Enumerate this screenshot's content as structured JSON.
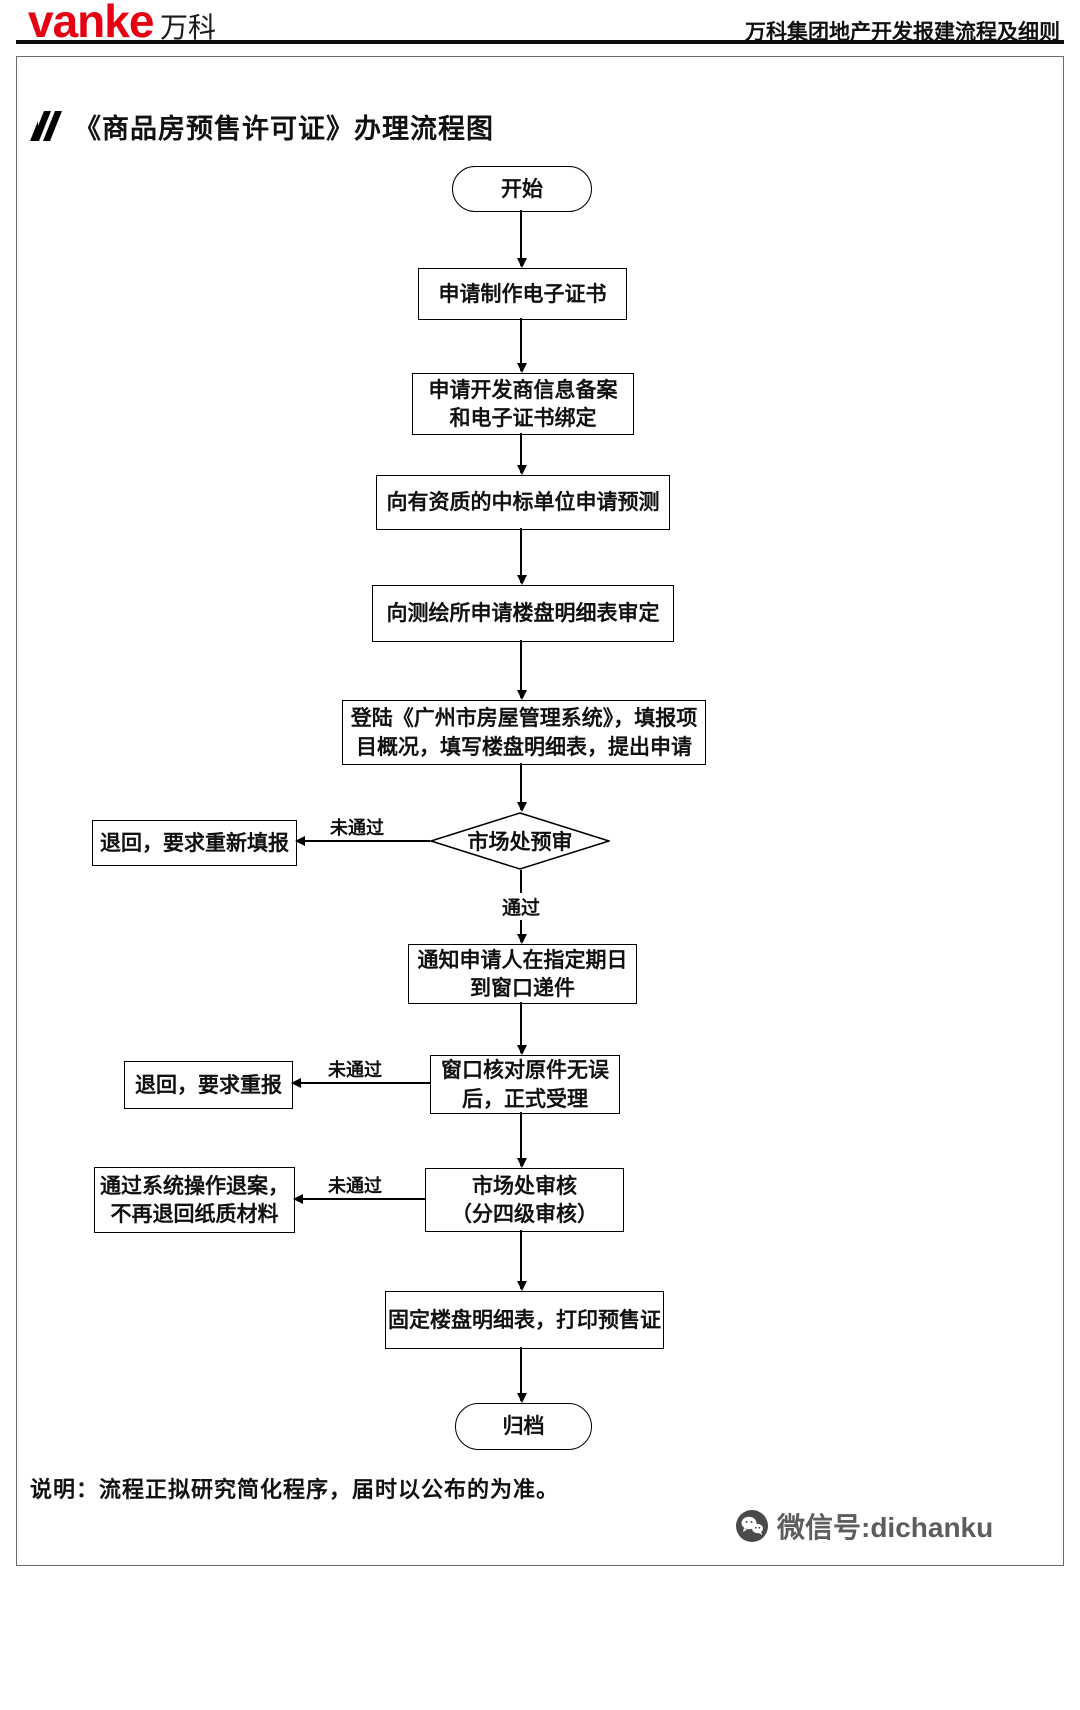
{
  "header": {
    "brand": "vanke",
    "brand_cn": "万科",
    "doc_title": "万科集团地产开发报建流程及细则"
  },
  "title": "《商品房预售许可证》办理流程图",
  "flow": {
    "start": "开始",
    "steps": {
      "s1": "申请制作电子证书",
      "s2": "申请开发商信息备案\n和电子证书绑定",
      "s3": "向有资质的中标单位申请预测",
      "s4": "向测绘所申请楼盘明细表审定",
      "s5": "登陆《广州市房屋管理系统》，填报项\n目概况，填写楼盘明细表，提出申请",
      "decision1": "市场处预审",
      "s6": "通知申请人在指定期日\n到窗口递件",
      "s7": "窗口核对原件无误\n后，正式受理",
      "s8": "市场处审核\n（分四级审核）",
      "s9": "固定楼盘明细表，打印预售证"
    },
    "rejects": {
      "r1": "退回，要求重新填报",
      "r2": "退回，要求重报",
      "r3": "通过系统操作退案，\n不再退回纸质材料"
    },
    "labels": {
      "fail": "未通过",
      "pass": "通过"
    },
    "end": "归档"
  },
  "note": "说明：流程正拟研究简化程序，届时以公布的为准。",
  "footer": {
    "wechat": "微信号:dichanku"
  }
}
